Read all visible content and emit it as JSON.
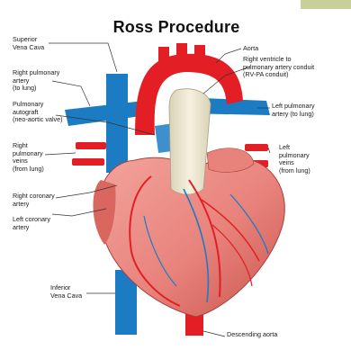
{
  "diagram": {
    "title": "Ross Procedure",
    "labels": {
      "superior_vena_cava": "Superior\nVena Cava",
      "right_pulmonary_artery": "Right pulmonary\nartery\n(to lung)",
      "pulmonary_autograft": "Pulmonary\nautograft\n(neo-aortic valve)",
      "right_pulmonary_veins": "Right\npulmonary\nveins\n(from lung)",
      "right_coronary_artery": "Right coronary\nartery",
      "left_coronary_artery": "Left coronary\nartery",
      "inferior_vena_cava": "Inferior\nVena Cava",
      "aorta": "Aorta",
      "rv_pa_conduit": "Right ventricle to\npulmonary artery conduit\n(RV-PA conduit)",
      "left_pulmonary_artery": "Left pulmonary\nartery (to lung)",
      "left_pulmonary_veins": "Left\npulmonary\nveins\n(from lung)",
      "descending_aorta": "Descending aorta"
    },
    "colors": {
      "oxygenated": "#e31e24",
      "deoxygenated": "#1b7cc4",
      "heart_muscle": "#e8837c",
      "heart_shadow": "#c9564f",
      "conduit": "#ece6cf",
      "leader_lines": "#333333",
      "corner_tab": "#c9cf9a"
    }
  }
}
